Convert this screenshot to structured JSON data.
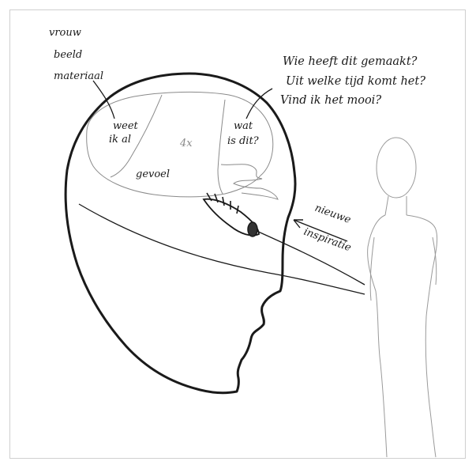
{
  "labels": {
    "top_left": [
      "vrouw",
      "beeld",
      "materiaal"
    ],
    "questions": [
      "Wie heeft dit gemaakt?",
      "Uit welke tijd komt het?",
      "Vind ik het mooi?"
    ],
    "known": [
      "weet",
      "ik al"
    ],
    "feeling": "gevoel",
    "unknown": [
      "wat",
      "is dit?"
    ],
    "scribble": "4x",
    "arrow": [
      "nieuwe",
      "inspiratie"
    ]
  },
  "colors": {
    "ink": "#1a1a1a",
    "pencil": "#7a7a7a",
    "frame": "#cfcfcf"
  }
}
